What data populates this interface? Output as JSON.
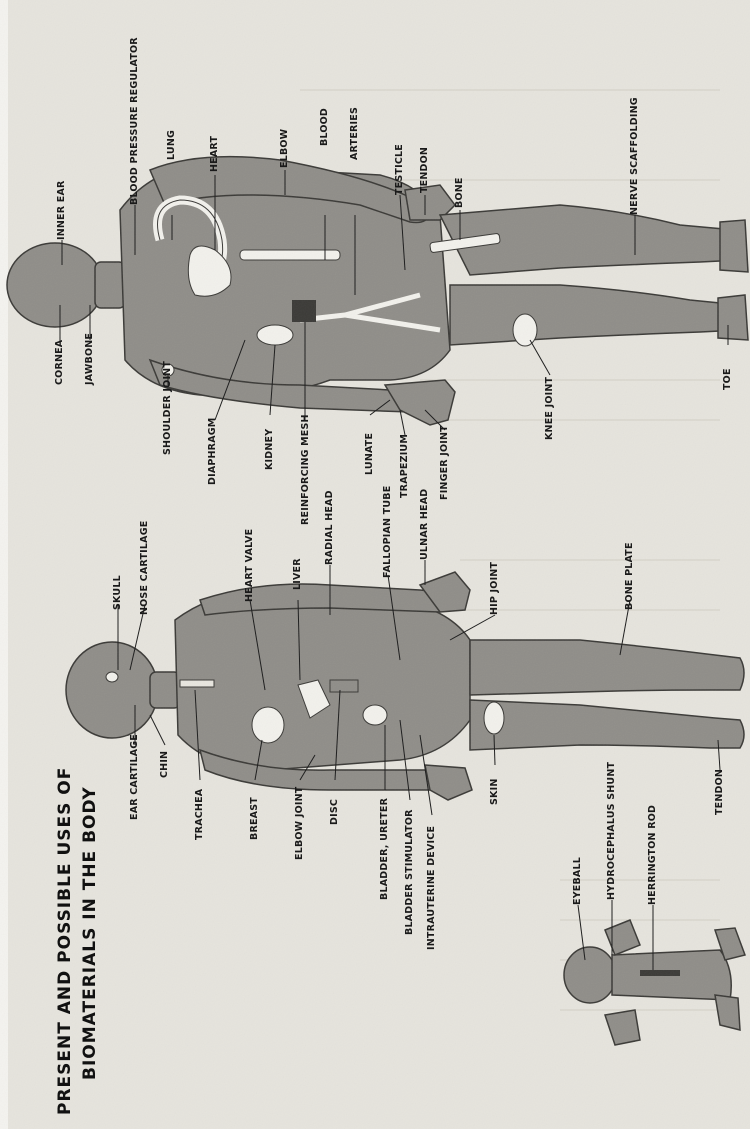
{
  "title": {
    "line1": "PRESENT AND POSSIBLE USES OF",
    "line2": "BIOMATERIALS IN THE BODY"
  },
  "labels": {
    "cornea": "CORNEA",
    "jawbone": "JAWBONE",
    "inner_ear": "INNER EAR",
    "bp_regulator": "BLOOD PRESSURE REGULATOR",
    "lung": "LUNG",
    "heart": "HEART",
    "elbow": "ELBOW",
    "blood": "BLOOD",
    "arteries": "ARTERIES",
    "testicle": "TESTICLE",
    "tendon_upper": "TENDON",
    "bone": "BONE",
    "nerve": "NERVE SCAFFOLDING",
    "toe": "TOE",
    "shoulder_joint": "SHOULDER JOINT",
    "diaphragm": "DIAPHRAGM",
    "kidney": "KIDNEY",
    "reinforcing_mesh": "REINFORCING MESH",
    "lunate": "LUNATE",
    "trapezium": "TRAPEZIUM",
    "finger_joint": "FINGER JOINT",
    "knee_joint": "KNEE JOINT",
    "skull": "SKULL",
    "nose_cartilage": "NOSE CARTILAGE",
    "heart_valve": "HEART VALVE",
    "liver": "LIVER",
    "radial_head": "RADIAL HEAD",
    "fallopian_tube": "FALLOPIAN TUBE",
    "ulnar_head": "ULNAR HEAD",
    "hip_joint": "HIP JOINT",
    "bone_plate": "BONE PLATE",
    "ear_cartilage": "EAR CARTILAGE",
    "chin": "CHIN",
    "trachea": "TRACHEA",
    "breast": "BREAST",
    "elbow_joint": "ELBOW JOINT",
    "disc": "DISC",
    "bladder_ureter": "BLADDER, URETER",
    "bladder_stimulator": "BLADDER STIMULATOR",
    "intrauterine_device": "INTRAUTERINE DEVICE",
    "skin": "SKIN",
    "tendon_lower": "TENDON",
    "eyeball": "EYEBALL",
    "hydro_shunt": "HYDROCEPHALUS SHUNT",
    "harrington_rod": "HERRINGTON ROD"
  },
  "colors": {
    "paper": "#e6e4dd",
    "body_fill": "#8f8d88",
    "ink": "#1a1a1a",
    "implant": "#f2f1ec"
  }
}
